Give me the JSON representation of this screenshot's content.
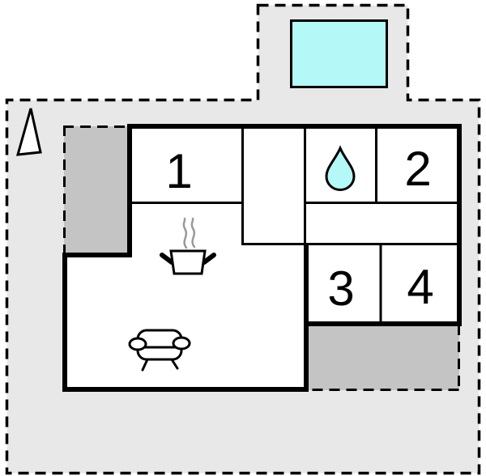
{
  "rooms": [
    {
      "name": "room-1",
      "label": "1"
    },
    {
      "name": "room-2",
      "label": "2"
    },
    {
      "name": "room-3",
      "label": "3"
    },
    {
      "name": "room-4",
      "label": "4"
    }
  ],
  "icons": {
    "north_arrow": "north-arrow",
    "pool": "pool",
    "water_drop": "water-drop",
    "cooking_pot": "cooking-pot",
    "steam": "steam",
    "sofa": "sofa"
  },
  "colors": {
    "plot": "#e8e8e8",
    "terrace": "#c4c4c4",
    "water": "#b4f8f7",
    "wall": "#000000",
    "steam": "#999999"
  }
}
